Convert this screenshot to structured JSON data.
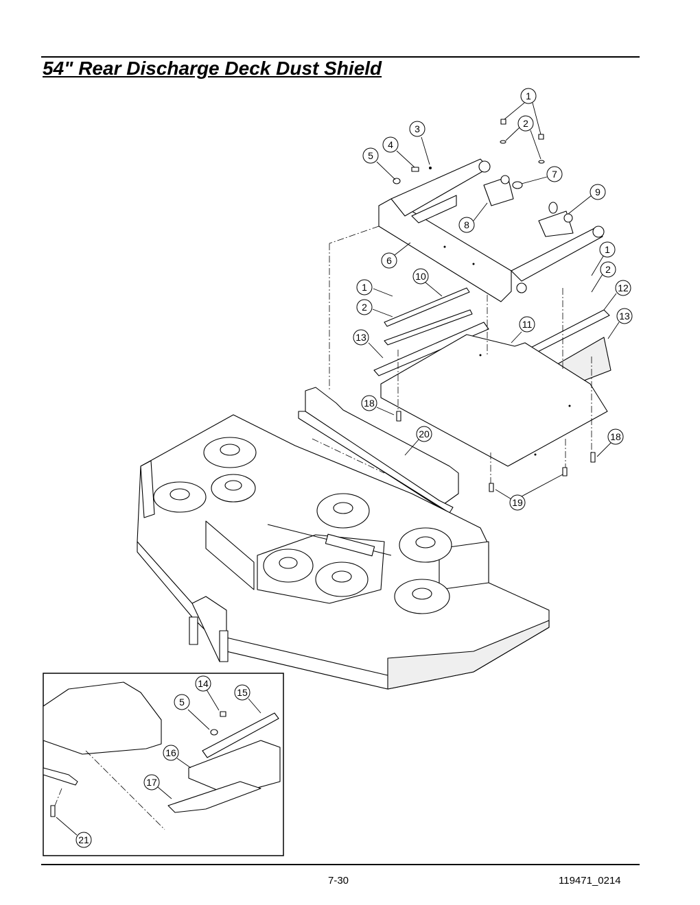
{
  "page": {
    "title": "54\" Rear Discharge Deck Dust Shield",
    "page_number": "7-30",
    "document_number": "119471_0214"
  },
  "callouts": {
    "c1a": "1",
    "c2a": "2",
    "c3": "3",
    "c4": "4",
    "c5": "5",
    "c7": "7",
    "c8": "8",
    "c9": "9",
    "c6": "6",
    "c1b": "1",
    "c2b": "2",
    "c12": "12",
    "c13b": "13",
    "c11": "11",
    "c10": "10",
    "c1c": "1",
    "c2c": "2",
    "c13a": "13",
    "c18a": "18",
    "c20": "20",
    "c18b": "18",
    "c19": "19",
    "c14": "14",
    "c15": "15",
    "c5b": "5",
    "c16": "16",
    "c17": "17",
    "c21": "21"
  }
}
